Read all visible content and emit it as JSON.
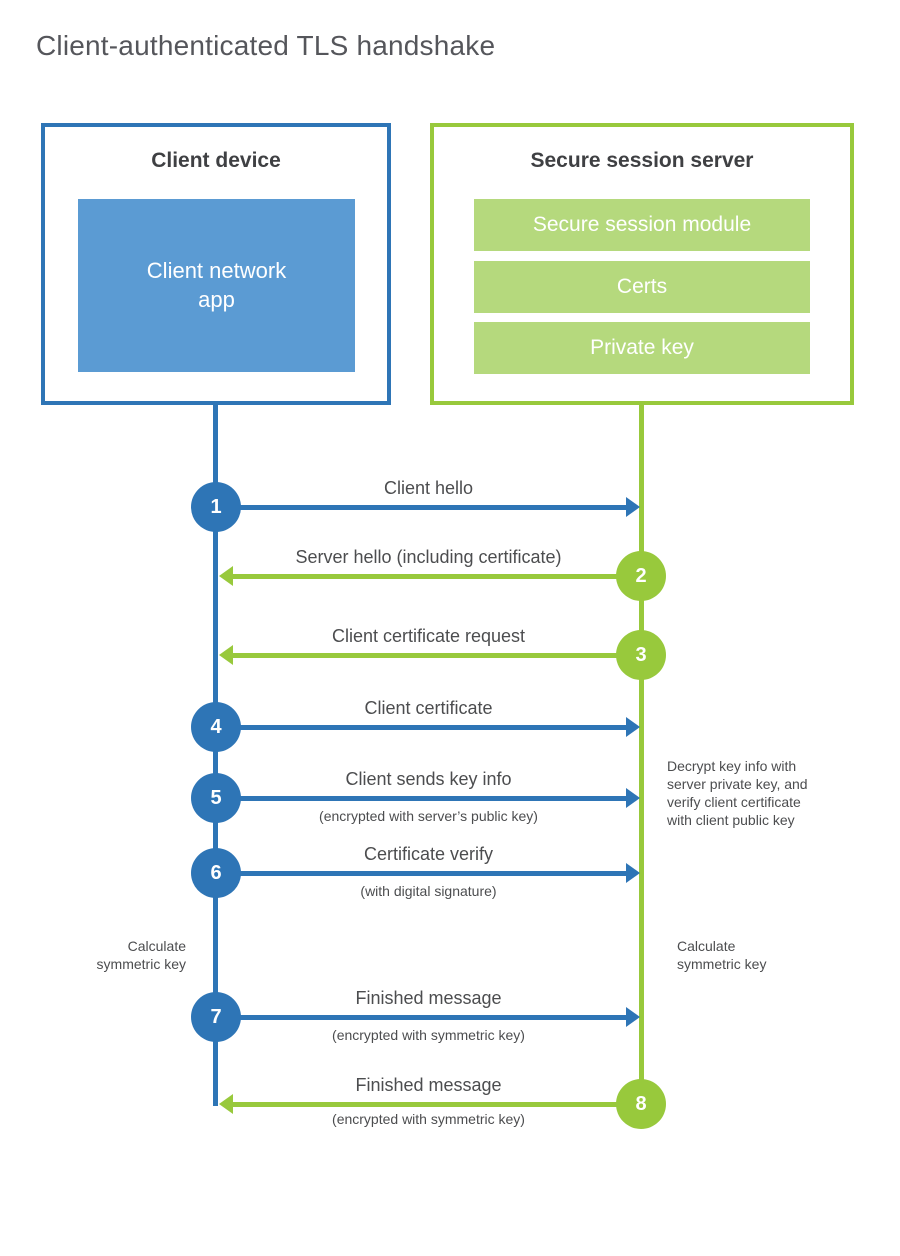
{
  "title": "Client-authenticated TLS handshake",
  "colors": {
    "blue_strong": "#2e75b6",
    "blue_fill": "#5b9bd3",
    "green_strong": "#98c93c",
    "green_fill": "#b5d97d",
    "text_dark": "#3f4043",
    "text_gray": "#4c4d4f",
    "title_gray": "#55565b"
  },
  "client": {
    "title": "Client device",
    "app_label": "Client network app"
  },
  "server": {
    "title": "Secure session server",
    "modules": [
      "Secure session module",
      "Certs",
      "Private key"
    ]
  },
  "steps": [
    {
      "num": "1",
      "direction": "client-to-server",
      "label": "Client hello",
      "sub": ""
    },
    {
      "num": "2",
      "direction": "server-to-client",
      "label": "Server hello (including certificate)",
      "sub": ""
    },
    {
      "num": "3",
      "direction": "server-to-client",
      "label": "Client certificate request",
      "sub": ""
    },
    {
      "num": "4",
      "direction": "client-to-server",
      "label": "Client certificate",
      "sub": ""
    },
    {
      "num": "5",
      "direction": "client-to-server",
      "label": "Client sends key info",
      "sub": "(encrypted with server’s public key)"
    },
    {
      "num": "6",
      "direction": "client-to-server",
      "label": "Certificate verify",
      "sub": "(with digital signature)"
    },
    {
      "num": "7",
      "direction": "client-to-server",
      "label": "Finished message",
      "sub": "(encrypted with symmetric key)"
    },
    {
      "num": "8",
      "direction": "server-to-client",
      "label": "Finished message",
      "sub": "(encrypted with symmetric key)"
    }
  ],
  "notes": {
    "decrypt_lines": [
      "Decrypt key info with",
      "server private key, and",
      "verify client certificate",
      "with client public key"
    ],
    "calc_left_lines": [
      "Calculate",
      "symmetric key"
    ],
    "calc_right_lines": [
      "Calculate",
      "symmetric key"
    ]
  }
}
